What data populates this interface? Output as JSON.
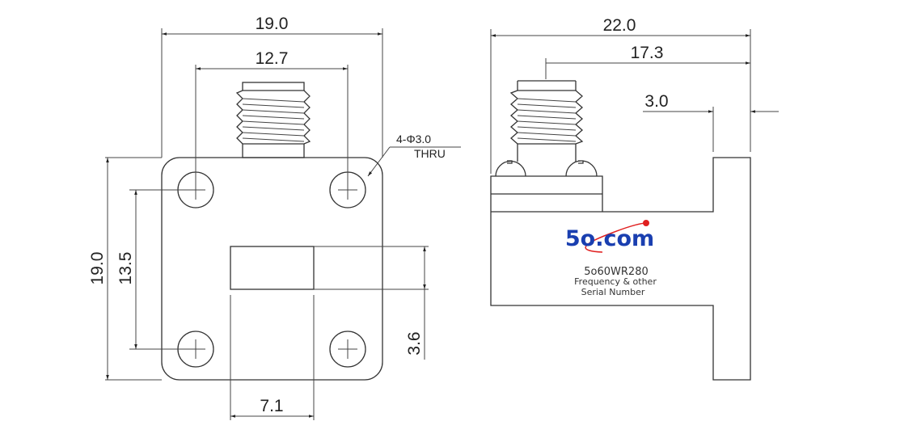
{
  "front_view": {
    "dims": {
      "width": "19.0",
      "hole_spacing_h": "12.7",
      "height": "19.0",
      "hole_spacing_v": "13.5",
      "aperture_height": "3.6",
      "aperture_width": "7.1"
    },
    "callout": {
      "line1": "4-Φ3.0",
      "line2": "THRU"
    }
  },
  "side_view": {
    "dims": {
      "length": "22.0",
      "connector_offset": "17.3",
      "flange_thickness": "3.0"
    },
    "logo": {
      "text": "5o.com",
      "color": "#1a3fb0",
      "accent": "#e02020"
    },
    "label": {
      "model": "5o60WR280",
      "line2": "Frequency & other",
      "line3": "Serial Number"
    }
  }
}
